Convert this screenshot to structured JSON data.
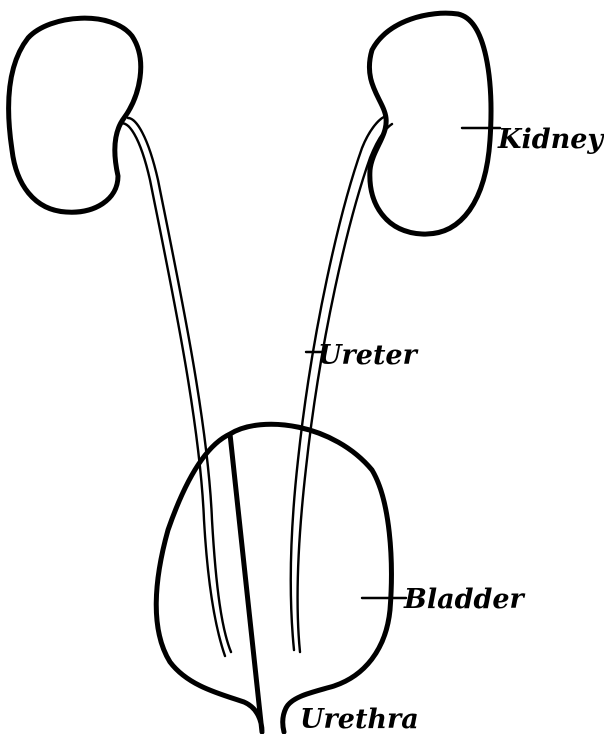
{
  "labels": {
    "kidney": "Kidney",
    "ureter": "Ureter",
    "bladder": "Bladder",
    "urethra": "Urethra"
  },
  "colors": {
    "ink": "#000000",
    "paper": "#ffffff"
  }
}
